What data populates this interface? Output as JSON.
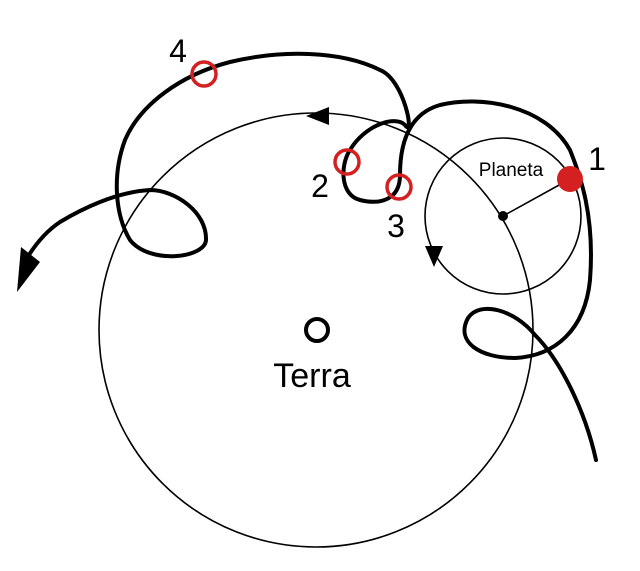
{
  "labels": {
    "earth": "Terra",
    "planet": "Planeta"
  },
  "positions": [
    {
      "number": "1",
      "state": "current"
    },
    {
      "number": "2",
      "state": "marker"
    },
    {
      "number": "3",
      "state": "marker"
    },
    {
      "number": "4",
      "state": "marker"
    }
  ],
  "colors": {
    "ink": "#000000",
    "marker": "#d42020",
    "background": "#ffffff"
  }
}
